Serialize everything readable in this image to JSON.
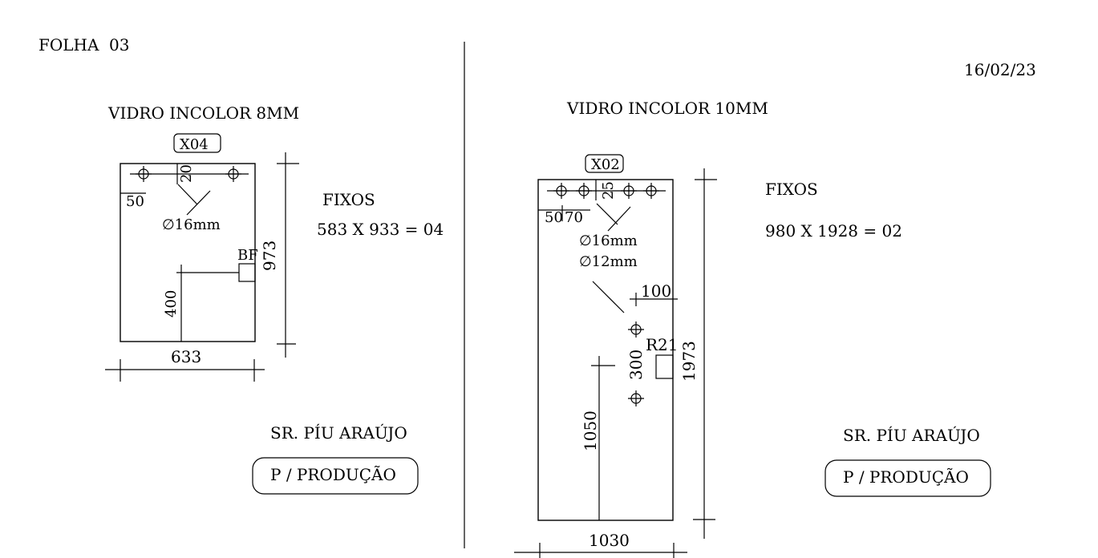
{
  "sheet": {
    "label": "FOLHA",
    "number": "03",
    "date": "16/02/23"
  },
  "left_piece": {
    "glass": "VIDRO INCOLOR 8MM",
    "code": "X04",
    "fixed_label": "FIXOS",
    "fixed_spec": "583 X 933 = 04",
    "dim_width": "633",
    "dim_height": "973",
    "dim_top_offset": "20",
    "dim_side_offset": "50",
    "hole_diameter": "∅16mm",
    "notch_label": "BF",
    "dim_notch_height": "400",
    "client": "SR. PÍU ARAÚJO",
    "stamp": "P / PRODUÇÃO"
  },
  "right_piece": {
    "glass": "VIDRO INCOLOR 10MM",
    "code": "X02",
    "fixed_label": "FIXOS",
    "fixed_spec": "980 X 1928 = 02",
    "dim_width": "1030",
    "dim_height": "1973",
    "dim_top_offset": "25",
    "dim_side_offset_a": "50",
    "dim_side_offset_b": "70",
    "hole_diameter_a": "∅16mm",
    "hole_diameter_b": "∅12mm",
    "dim_hole_inset": "100",
    "notch_label": "R21",
    "dim_hole_spacing": "300",
    "dim_notch_height": "1050",
    "client": "SR. PÍU ARAÚJO",
    "stamp": "P / PRODUÇÃO"
  }
}
